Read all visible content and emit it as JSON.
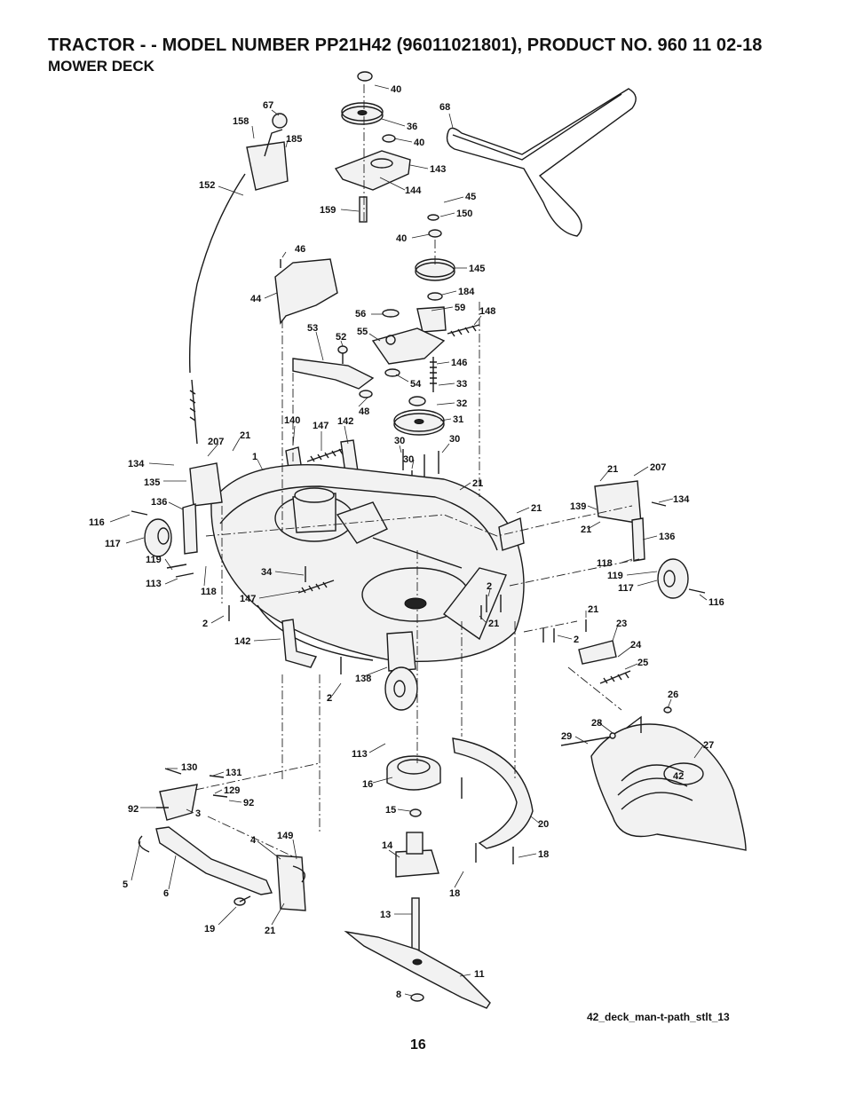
{
  "header": {
    "title": "TRACTOR - - MODEL NUMBER PP21H42 (96011021801), PRODUCT NO. 960 11 02-18",
    "subtitle": "MOWER DECK"
  },
  "diagram": {
    "caption": "42_deck_man-t-path_stlt_13",
    "deck_badge": "42",
    "callouts": [
      "40",
      "67",
      "158",
      "185",
      "36",
      "40",
      "68",
      "143",
      "152",
      "144",
      "45",
      "150",
      "159",
      "40",
      "46",
      "145",
      "44",
      "184",
      "56",
      "59",
      "148",
      "53",
      "52",
      "55",
      "146",
      "54",
      "33",
      "48",
      "32",
      "31",
      "140",
      "147",
      "142",
      "21",
      "207",
      "30",
      "30",
      "30",
      "1",
      "134",
      "135",
      "21",
      "21",
      "207",
      "136",
      "134",
      "139",
      "116",
      "21",
      "117",
      "21",
      "136",
      "119",
      "118",
      "113",
      "34",
      "118",
      "119",
      "117",
      "116",
      "147",
      "2",
      "2",
      "21",
      "2",
      "142",
      "21",
      "23",
      "2",
      "24",
      "138",
      "25",
      "2",
      "26",
      "28",
      "27",
      "29",
      "113",
      "130",
      "131",
      "16",
      "129",
      "92",
      "92",
      "3",
      "15",
      "20",
      "4",
      "149",
      "14",
      "18",
      "5",
      "6",
      "18",
      "19",
      "21",
      "13",
      "11",
      "8"
    ]
  },
  "footer": {
    "page_number": "16"
  }
}
